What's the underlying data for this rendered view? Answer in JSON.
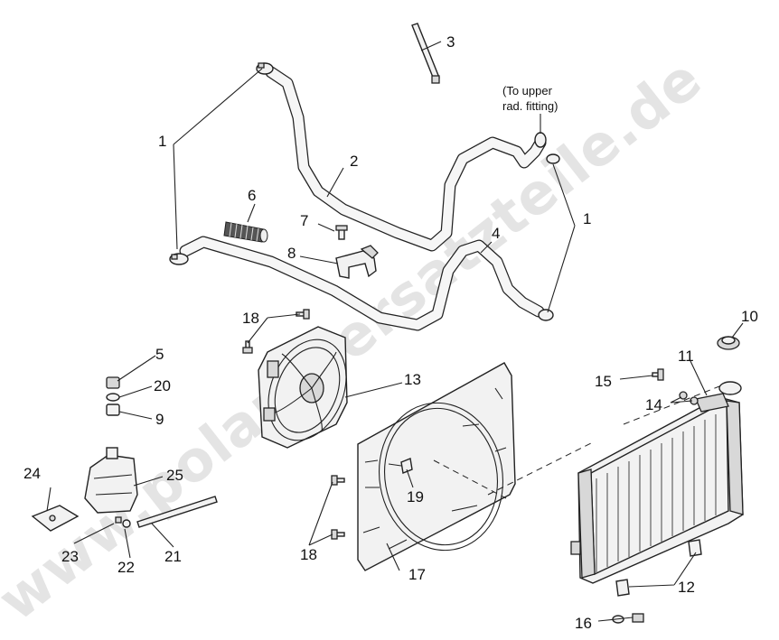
{
  "diagram": {
    "callouts": [
      "1",
      "1",
      "2",
      "3",
      "4",
      "5",
      "6",
      "7",
      "8",
      "9",
      "10",
      "11",
      "12",
      "13",
      "14",
      "15",
      "16",
      "17",
      "18",
      "18",
      "19",
      "20",
      "21",
      "22",
      "23",
      "24",
      "25"
    ],
    "note": {
      "line1": "(To upper",
      "line2": "rad. fitting)"
    },
    "watermark": "www.polaris-ersatzteile.de"
  }
}
